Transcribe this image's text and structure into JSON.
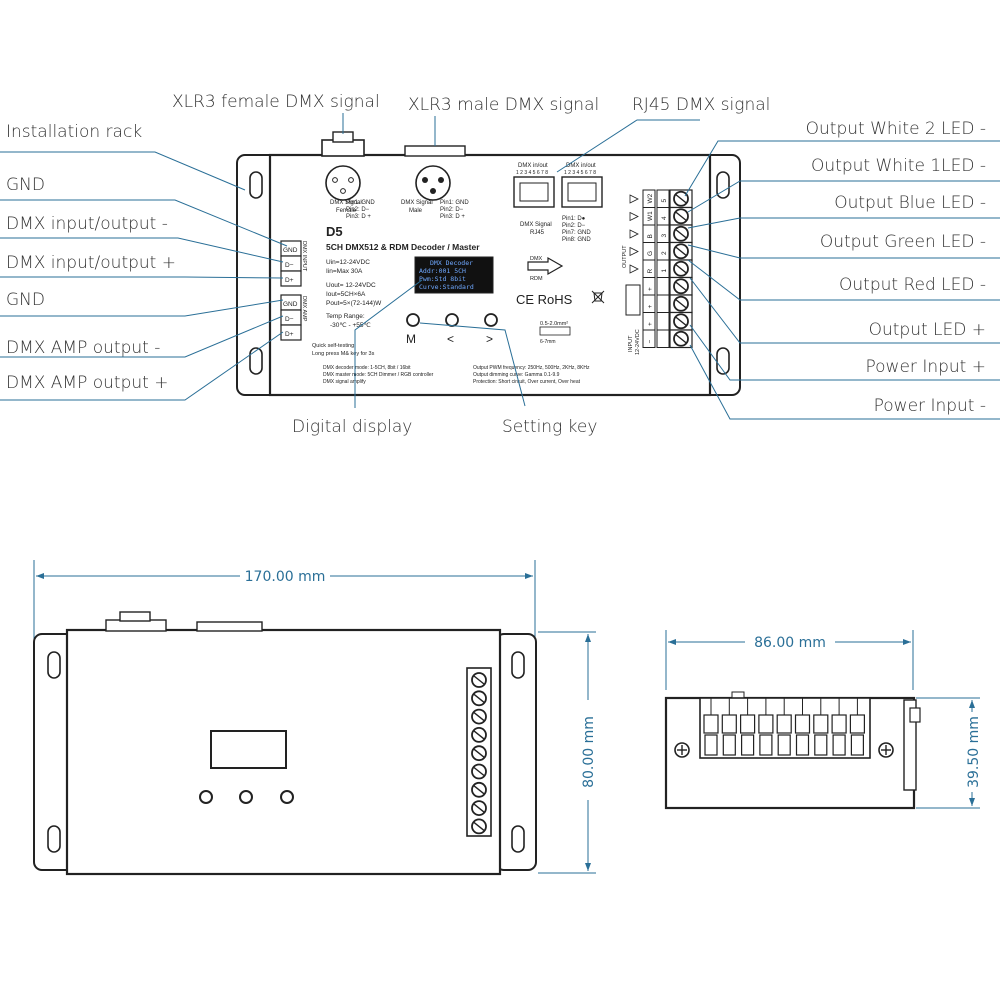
{
  "callouts": {
    "installation_rack": "Installation rack",
    "gnd_1": "GND",
    "dmx_io_minus": "DMX input/output -",
    "dmx_io_plus": "DMX input/output +",
    "gnd_2": "GND",
    "dmx_amp_minus": "DMX AMP output -",
    "dmx_amp_plus": "DMX AMP output +",
    "xlr3_female": "XLR3 female DMX signal",
    "xlr3_male": "XLR3 male DMX signal",
    "rj45": "RJ45 DMX signal",
    "out_w2": "Output White 2 LED -",
    "out_w1": "Output White 1LED -",
    "out_blue": "Output Blue LED -",
    "out_green": "Output Green LED -",
    "out_red": "Output Red LED -",
    "out_plus": "Output LED +",
    "power_plus": "Power Input +",
    "power_minus": "Power Input -",
    "digital_display": "Digital display",
    "setting_key": "Setting key"
  },
  "device": {
    "model": "D5",
    "subtitle": "5CH DMX512 & RDM Decoder / Master",
    "uin": "Uin=12-24VDC",
    "iin": "Iin=Max 30A",
    "uout": "Uout= 12-24VDC",
    "iout": "Iout=5CH×6A",
    "pout": "Pout=5×(72-144)W",
    "temp_title": "Temp Range:",
    "temp_range": "-30℃ - +55℃",
    "quick_test_1": "Quick self-testing:",
    "quick_test_2": "Long press M& key for 3s",
    "spec_l1": "DMX decoder mode: 1-5CH, 8bit / 16bit",
    "spec_l2": "DMX master mode: 5CH Dimmer / RGB controller",
    "spec_l3": "DMX signal amplify",
    "spec_r1": "Output PWM frequency: 250Hz, 500Hz, 2KHz, 8KHz",
    "spec_r2": "Output dimming curve: Gamma 0.1-9.9",
    "spec_r3": "Protection: Short circuit, Over current, Over heat",
    "xlr_female_title": "DMX Signal",
    "xlr_female_sub": "Female",
    "xlr_male_title": "DMX Signal",
    "xlr_male_sub": "Male",
    "pin1": "Pin1: GND",
    "pin2": "Pin2: D−",
    "pin3": "Pin3: D +",
    "rj45_label": "DMX in/out",
    "rj45_pins": "1 2 3 4 5 6 7 8",
    "rj45_title": "DMX Signal",
    "rj45_sub": "RJ45",
    "rj_pin1": "Pin1: D●",
    "rj_pin2": "Pin2: D−",
    "rj_pin7": "Pin7: GND",
    "rj_pin8": "Pin8: GND",
    "ce_rohs": "CE RoHS",
    "dmx_rdm_dmx": "DMX",
    "dmx_rdm_rdm": "RDM",
    "wire_spec": "0.5-2.0mm²",
    "strip_len": "6-7mm",
    "display_line1": "DMX Decoder",
    "display_line2": "Addr:001    5CH",
    "display_line3": "Pwm:Std    8bit",
    "display_line4": "Curve:Standard",
    "key_m": "M",
    "key_left": "<",
    "key_right": ">",
    "dmx_input_label": "DMX INPUT",
    "dmx_amp_label": "DMX AMP",
    "term_gnd": "GND",
    "term_dminus": "D−",
    "term_dplus": "D+",
    "output_label": "OUTPUT",
    "input_label": "INPUT",
    "input_voltage": "12-24VDC",
    "out_terms": [
      "W2",
      "W1",
      "B",
      "G",
      "R",
      "+",
      "+",
      "+",
      "−"
    ],
    "out_nums": [
      "5",
      "4",
      "3",
      "2",
      "1"
    ]
  },
  "dimensions": {
    "width": "170.00 mm",
    "height": "80.00 mm",
    "side_width": "86.00 mm",
    "side_height": "39.50 mm"
  },
  "colors": {
    "dimension_line": "#2a6f97",
    "callout_line": "#2a6f97",
    "device_outline": "#222222",
    "display_bg": "#111111",
    "display_text": "#6fa8ff"
  }
}
